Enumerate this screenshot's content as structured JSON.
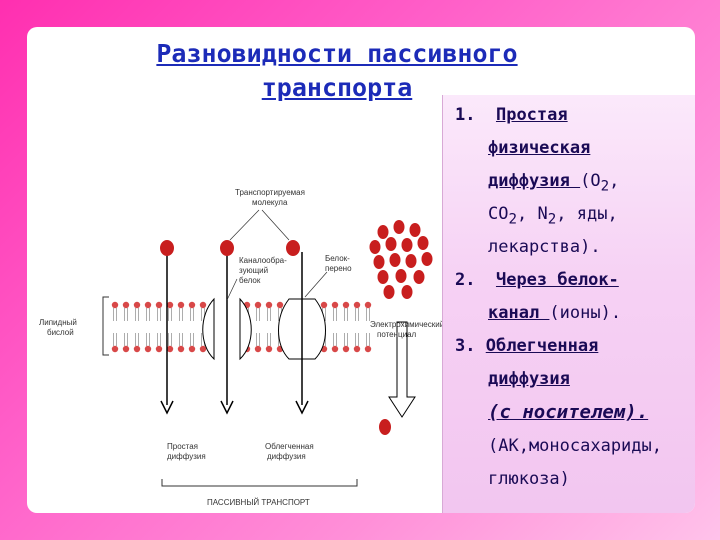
{
  "title": {
    "line1": "Разновидности  пассивного ",
    "line2": "транспорта"
  },
  "list": {
    "item1_num": "1.",
    "item1_title1": "Простая",
    "item1_title2": "физическая",
    "item1_title3": "диффузия ",
    "item1_detail1_a": "(O",
    "item1_detail1_sub": "2",
    "item1_detail1_b": ",",
    "item1_detail2_a": "CO",
    "item1_detail2_sub1": "2",
    "item1_detail2_b": ", N",
    "item1_detail2_sub2": "2",
    "item1_detail2_c": ", яды,",
    "item1_detail3": "лекарства).",
    "item2_num": "2.",
    "item2_title1": "Через белок-",
    "item2_title2": "канал ",
    "item2_detail": "(ионы).",
    "item3_num": "3.",
    "item3_title1": "Облегченная",
    "item3_title2": "диффузия",
    "item3_carrier": "(с носителем).",
    "item3_detail1": "(АК,моносахариды,",
    "item3_detail2": "глюкоза)"
  },
  "diagram": {
    "label_transported_1": "Транспортируемая",
    "label_transported_2": "молекула",
    "label_channel_1": "Каналообра-",
    "label_channel_2": "зующий",
    "label_channel_3": "белок",
    "label_carrier_1": "Белок-",
    "label_carrier_2": "перено",
    "label_lipid_1": "Липидный",
    "label_lipid_2": "бислой",
    "label_electro_1": "Электрохимический",
    "label_electro_2": "потенциал",
    "label_simple_1": "Простая",
    "label_simple_2": "диффузия",
    "label_facilitated_1": "Облегченная",
    "label_facilitated_2": "диффузия",
    "label_passive": "ПАССИВНЫЙ ТРАНСПОРТ"
  },
  "colors": {
    "title": "#1c2bb8",
    "molecule": "#c81e1e",
    "panel_text": "#1a0a55"
  }
}
